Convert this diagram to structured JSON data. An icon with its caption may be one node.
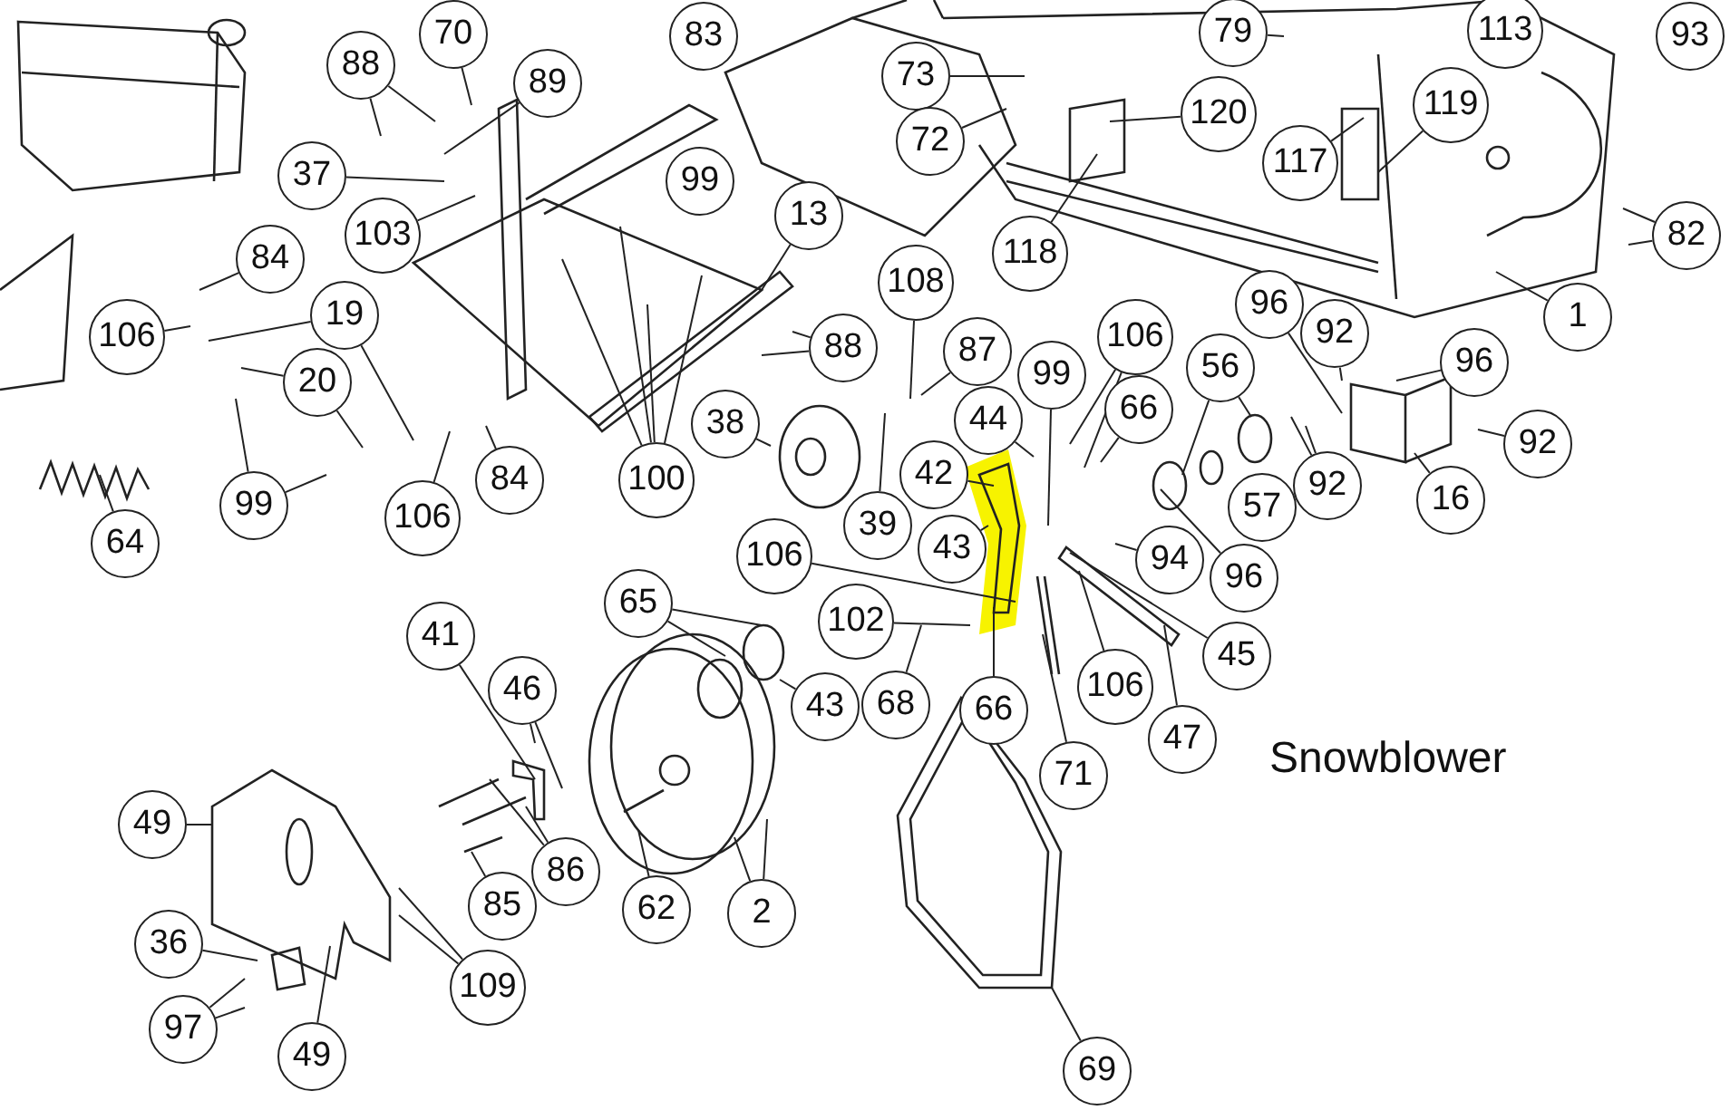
{
  "diagram": {
    "nodes": [
      {
        "text": [
          "88"
        ]
      },
      {
        "text": [
          "70"
        ]
      },
      {
        "text": [
          "83"
        ]
      },
      {
        "text": [
          "79"
        ]
      },
      {
        "text": [
          "113"
        ]
      },
      {
        "text": [
          "93"
        ]
      },
      {
        "text": [
          "73"
        ]
      },
      {
        "text": [
          "89"
        ]
      },
      {
        "text": [
          "120"
        ]
      },
      {
        "text": [
          "119"
        ]
      },
      {
        "text": [
          "72"
        ]
      },
      {
        "text": [
          "117"
        ]
      },
      {
        "text": [
          "37"
        ]
      },
      {
        "text": [
          "99"
        ]
      },
      {
        "text": [
          "13"
        ]
      },
      {
        "text": [
          "103"
        ]
      },
      {
        "text": [
          "82"
        ]
      },
      {
        "text": [
          "118"
        ]
      },
      {
        "text": [
          "84"
        ]
      },
      {
        "text": [
          "108"
        ]
      },
      {
        "text": [
          "1"
        ]
      },
      {
        "text": [
          "96"
        ]
      },
      {
        "text": [
          "92"
        ]
      },
      {
        "text": [
          "19"
        ]
      },
      {
        "text": [
          "106"
        ]
      },
      {
        "text": [
          "106"
        ]
      },
      {
        "text": [
          "87"
        ]
      },
      {
        "text": [
          "88"
        ]
      },
      {
        "text": [
          "96"
        ]
      },
      {
        "text": [
          "99"
        ]
      },
      {
        "text": [
          "56"
        ]
      },
      {
        "text": [
          "20"
        ]
      },
      {
        "text": [
          "66"
        ]
      },
      {
        "text": [
          "44"
        ]
      },
      {
        "text": [
          "38"
        ]
      },
      {
        "text": [
          "92"
        ]
      },
      {
        "text": [
          "42"
        ]
      },
      {
        "text": [
          "100"
        ]
      },
      {
        "text": [
          "84"
        ]
      },
      {
        "text": [
          "92"
        ]
      },
      {
        "text": [
          "16"
        ]
      },
      {
        "text": [
          "57"
        ]
      },
      {
        "text": [
          "99"
        ]
      },
      {
        "text": [
          "106"
        ]
      },
      {
        "text": [
          "39"
        ]
      },
      {
        "text": [
          "64"
        ]
      },
      {
        "text": [
          "43"
        ]
      },
      {
        "text": [
          "106"
        ]
      },
      {
        "text": [
          "94"
        ]
      },
      {
        "text": [
          "96"
        ]
      },
      {
        "text": [
          "65"
        ]
      },
      {
        "text": [
          "102"
        ]
      },
      {
        "text": [
          "41"
        ]
      },
      {
        "text": [
          "66"
        ]
      },
      {
        "text": [
          "45"
        ]
      },
      {
        "text": [
          "106"
        ]
      },
      {
        "text": [
          "46"
        ]
      },
      {
        "text": [
          "68"
        ]
      },
      {
        "text": [
          "43"
        ]
      },
      {
        "text": [
          "47"
        ]
      },
      {
        "text": [
          "71"
        ]
      },
      {
        "text": [
          "49"
        ]
      },
      {
        "text": [
          "86"
        ]
      },
      {
        "text": [
          "85"
        ]
      },
      {
        "text": [
          "62"
        ]
      },
      {
        "text": [
          "2"
        ]
      },
      {
        "text": [
          "36"
        ]
      },
      {
        "text": [
          "109"
        ]
      },
      {
        "text": [
          "97"
        ]
      },
      {
        "text": [
          "49"
        ]
      },
      {
        "text": [
          "69"
        ]
      }
    ],
    "edges": [
      {
        "from": 0,
        "to": null,
        "arrow": "none"
      },
      {
        "from": 0,
        "to": null,
        "arrow": "none"
      },
      {
        "from": 1,
        "to": null,
        "arrow": "none"
      },
      {
        "from": 3,
        "to": null,
        "arrow": "none"
      },
      {
        "from": 6,
        "to": null,
        "arrow": "none"
      },
      {
        "from": 7,
        "to": null,
        "arrow": "none"
      },
      {
        "from": 8,
        "to": null,
        "arrow": "none"
      },
      {
        "from": 9,
        "to": null,
        "arrow": "none"
      },
      {
        "from": 10,
        "to": null,
        "arrow": "none"
      },
      {
        "from": 11,
        "to": null,
        "arrow": "none"
      },
      {
        "from": 12,
        "to": null,
        "arrow": "none"
      },
      {
        "from": 14,
        "to": null,
        "arrow": "none"
      },
      {
        "from": 15,
        "to": null,
        "arrow": "none"
      },
      {
        "from": 16,
        "to": null,
        "arrow": "none"
      },
      {
        "from": 16,
        "to": null,
        "arrow": "none"
      },
      {
        "from": 17,
        "to": null,
        "arrow": "none"
      },
      {
        "from": 18,
        "to": null,
        "arrow": "none"
      },
      {
        "from": 19,
        "to": null,
        "arrow": "none"
      },
      {
        "from": 20,
        "to": null,
        "arrow": "none"
      },
      {
        "from": 21,
        "to": null,
        "arrow": "none"
      },
      {
        "from": 22,
        "to": null,
        "arrow": "none"
      },
      {
        "from": 23,
        "to": null,
        "arrow": "none"
      },
      {
        "from": 23,
        "to": null,
        "arrow": "none"
      },
      {
        "from": 24,
        "to": null,
        "arrow": "none"
      },
      {
        "from": 25,
        "to": null,
        "arrow": "none"
      },
      {
        "from": 25,
        "to": null,
        "arrow": "none"
      },
      {
        "from": 26,
        "to": null,
        "arrow": "none"
      },
      {
        "from": 27,
        "to": null,
        "arrow": "none"
      },
      {
        "from": 27,
        "to": null,
        "arrow": "none"
      },
      {
        "from": 28,
        "to": null,
        "arrow": "none"
      },
      {
        "from": 29,
        "to": null,
        "arrow": "none"
      },
      {
        "from": 30,
        "to": null,
        "arrow": "none"
      },
      {
        "from": 30,
        "to": null,
        "arrow": "none"
      },
      {
        "from": 31,
        "to": null,
        "arrow": "none"
      },
      {
        "from": 31,
        "to": null,
        "arrow": "none"
      },
      {
        "from": 32,
        "to": null,
        "arrow": "none"
      },
      {
        "from": 33,
        "to": null,
        "arrow": "none"
      },
      {
        "from": 34,
        "to": null,
        "arrow": "none"
      },
      {
        "from": 35,
        "to": null,
        "arrow": "none"
      },
      {
        "from": 36,
        "to": null,
        "arrow": "none"
      },
      {
        "from": 37,
        "to": null,
        "arrow": "none"
      },
      {
        "from": 37,
        "to": null,
        "arrow": "none"
      },
      {
        "from": 37,
        "to": null,
        "arrow": "none"
      },
      {
        "from": 37,
        "to": null,
        "arrow": "none"
      },
      {
        "from": 38,
        "to": null,
        "arrow": "none"
      },
      {
        "from": 39,
        "to": null,
        "arrow": "none"
      },
      {
        "from": 39,
        "to": null,
        "arrow": "none"
      },
      {
        "from": 40,
        "to": null,
        "arrow": "none"
      },
      {
        "from": 42,
        "to": null,
        "arrow": "none"
      },
      {
        "from": 42,
        "to": null,
        "arrow": "none"
      },
      {
        "from": 43,
        "to": null,
        "arrow": "none"
      },
      {
        "from": 44,
        "to": null,
        "arrow": "none"
      },
      {
        "from": 45,
        "to": null,
        "arrow": "none"
      },
      {
        "from": 46,
        "to": null,
        "arrow": "none"
      },
      {
        "from": 47,
        "to": null,
        "arrow": "none"
      },
      {
        "from": 48,
        "to": null,
        "arrow": "none"
      },
      {
        "from": 49,
        "to": null,
        "arrow": "none"
      },
      {
        "from": 50,
        "to": null,
        "arrow": "none"
      },
      {
        "from": 50,
        "to": null,
        "arrow": "none"
      },
      {
        "from": 51,
        "to": null,
        "arrow": "none"
      },
      {
        "from": 52,
        "to": null,
        "arrow": "none"
      },
      {
        "from": 53,
        "to": null,
        "arrow": "none"
      },
      {
        "from": 54,
        "to": null,
        "arrow": "none"
      },
      {
        "from": 55,
        "to": null,
        "arrow": "none"
      },
      {
        "from": 56,
        "to": null,
        "arrow": "none"
      },
      {
        "from": 56,
        "to": null,
        "arrow": "none"
      },
      {
        "from": 57,
        "to": null,
        "arrow": "none"
      },
      {
        "from": 58,
        "to": null,
        "arrow": "none"
      },
      {
        "from": 59,
        "to": null,
        "arrow": "none"
      },
      {
        "from": 60,
        "to": null,
        "arrow": "none"
      },
      {
        "from": 61,
        "to": null,
        "arrow": "none"
      },
      {
        "from": 62,
        "to": null,
        "arrow": "none"
      },
      {
        "from": 62,
        "to": null,
        "arrow": "none"
      },
      {
        "from": 63,
        "to": null,
        "arrow": "none"
      },
      {
        "from": 64,
        "to": null,
        "arrow": "none"
      },
      {
        "from": 65,
        "to": null,
        "arrow": "none"
      },
      {
        "from": 65,
        "to": null,
        "arrow": "none"
      },
      {
        "from": 66,
        "to": null,
        "arrow": "none"
      },
      {
        "from": 67,
        "to": null,
        "arrow": "none"
      },
      {
        "from": 67,
        "to": null,
        "arrow": "none"
      },
      {
        "from": 68,
        "to": null,
        "arrow": "none"
      },
      {
        "from": 68,
        "to": null,
        "arrow": "none"
      },
      {
        "from": 69,
        "to": null,
        "arrow": "none"
      },
      {
        "from": 70,
        "to": null,
        "arrow": "none"
      }
    ],
    "title": "Snowblower"
  }
}
